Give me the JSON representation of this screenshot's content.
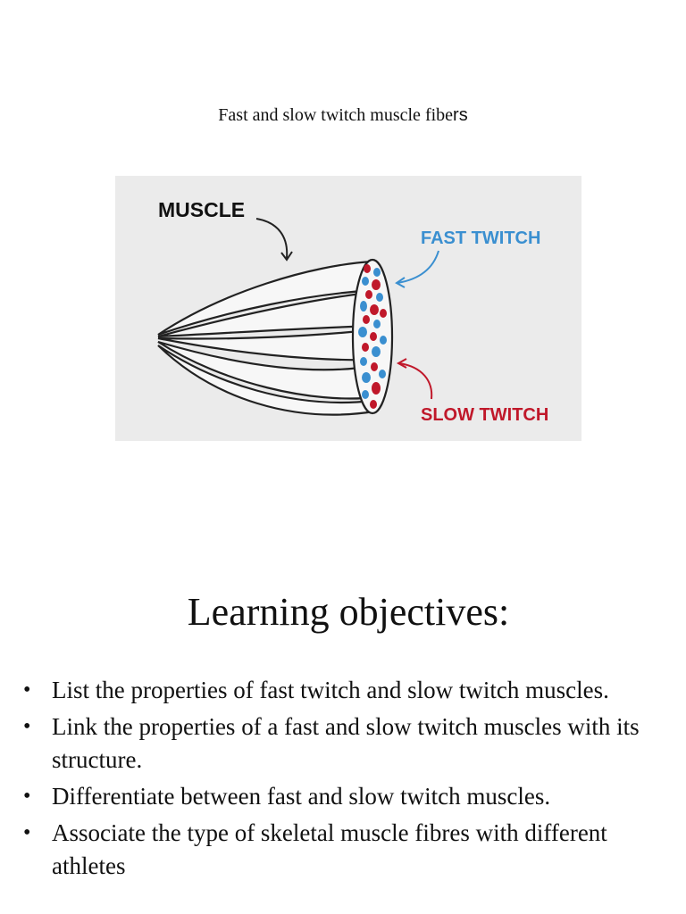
{
  "slide_title_main": "Fast and slow twitch muscle fibe",
  "slide_title_tail": "rs",
  "figure": {
    "label_muscle": "MUSCLE",
    "label_fast": "FAST TWITCH",
    "label_slow": "SLOW TWITCH",
    "colors": {
      "fast": "#3a8fd0",
      "slow": "#c0182a",
      "background": "#ebebeb"
    }
  },
  "objectives": {
    "heading": "Learning objectives:",
    "bullet_glyph": "•",
    "items": [
      "List the properties of fast twitch and slow twitch muscles.",
      "Link the properties of a fast and slow twitch muscles with its structure.",
      "Differentiate between fast and slow twitch muscles.",
      "Associate the type of skeletal muscle fibres with different athletes"
    ]
  }
}
